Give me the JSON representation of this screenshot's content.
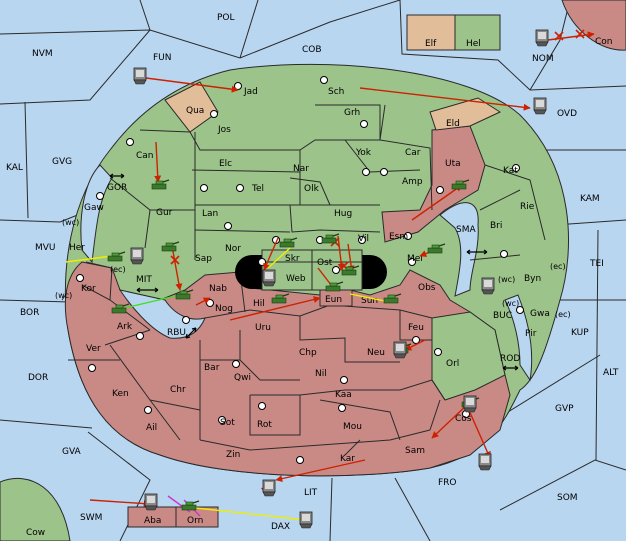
{
  "colors": {
    "sea": "#b9d6f0",
    "green": "#9cc38a",
    "red": "#c98a86",
    "tan": "#e2bd99",
    "centerDisk": "#000000",
    "orderArrow": "#cc2200",
    "supportYellow": "#eeee00",
    "supportGreen": "#44dd22",
    "supportMagenta": "#cc33cc"
  },
  "seaLabels": {
    "pol": "POL",
    "fun": "FUN",
    "cob": "COB",
    "nvm": "NVM",
    "nom": "NOM",
    "ovd": "OVD",
    "kal": "KAL",
    "gvg": "GVG",
    "gor": "GOR",
    "kam": "KAM",
    "mvu": "MVU",
    "tei": "TEI",
    "bor": "BOR",
    "mit": "MIT",
    "sma": "SMA",
    "buc": "BUC",
    "kup": "KUP",
    "rbu": "RBU",
    "rod": "ROD",
    "dor": "DOR",
    "alt": "ALT",
    "gvp": "GVP",
    "gva": "GVA",
    "fro": "FRO",
    "som": "SOM",
    "lit": "LIT",
    "swm": "SWM",
    "dax": "DAX",
    "cow": "Cow",
    "con": "Con"
  },
  "landLabels": {
    "elf": "Elf",
    "hel": "Hel",
    "jad": "Jad",
    "sch": "Sch",
    "qua": "Qua",
    "eld": "Eld",
    "jos": "Jos",
    "grh": "Grh",
    "can": "Can",
    "yok": "Yok",
    "car": "Car",
    "elc": "Elc",
    "nar": "Nar",
    "uta": "Uta",
    "kat": "Kat",
    "gur": "Gur",
    "tel": "Tel",
    "olk": "Olk",
    "amp": "Amp",
    "gaw": "Gaw",
    "lan": "Lan",
    "hug": "Hug",
    "rie": "Rie",
    "bri": "Bri",
    "esm": "Esm",
    "her": "Her",
    "nor": "Nor",
    "skr": "Skr",
    "vil": "Vil",
    "sap": "Sap",
    "ost": "Ost",
    "web": "Web",
    "mel": "Mel",
    "byn": "Byn",
    "kor": "Kor",
    "nab": "Nab",
    "eun": "Eun",
    "sun": "Sun",
    "obs": "Obs",
    "gwa": "Gwa",
    "ark": "Ark",
    "nog": "Nog",
    "hil": "Hil",
    "uru": "Uru",
    "feu": "Feu",
    "pir": "Pir",
    "ver": "Ver",
    "chp": "Chp",
    "neu": "Neu",
    "orl": "Orl",
    "bar": "Bar",
    "qwi": "Qwi",
    "nil": "Nil",
    "ken": "Ken",
    "chr": "Chr",
    "kaa": "Kaa",
    "sot": "Sot",
    "rot": "Rot",
    "mou": "Mou",
    "ail": "Ail",
    "cos": "Cos",
    "zin": "Zin",
    "kar": "Kar",
    "sam": "Sam",
    "aba": "Aba",
    "orn": "Orn"
  },
  "coastMarkers": {
    "wc1": "(wc)",
    "ec1": "(ec)",
    "wc2": "(wc)",
    "wc3": "(wc)",
    "wc4": "(wc)",
    "ec2": "(ec)",
    "ec3": "(ec)"
  },
  "greenProvinces": [
    "Jad",
    "Sch",
    "Jos",
    "Grh",
    "Can",
    "Yok",
    "Car",
    "Elc",
    "Nar",
    "Kat",
    "Gur",
    "Tel",
    "Olk",
    "Amp",
    "Gaw",
    "Lan",
    "Hug",
    "Rie",
    "Bri",
    "Her",
    "Nor",
    "Skr",
    "Vil",
    "Sap",
    "Ost",
    "Web",
    "Mel",
    "Byn",
    "Gwa",
    "Pir",
    "Orl",
    "Hel"
  ],
  "redProvinces": [
    "Uta",
    "Esm",
    "Kor",
    "Nab",
    "Eun",
    "Sun",
    "Obs",
    "Ark",
    "Nog",
    "Hil",
    "Uru",
    "Feu",
    "Ver",
    "Chp",
    "Neu",
    "Bar",
    "Qwi",
    "Nil",
    "Ken",
    "Chr",
    "Kaa",
    "Sot",
    "Rot",
    "Mou",
    "Ail",
    "Cos",
    "Zin",
    "Kar",
    "Sam",
    "Aba",
    "Orn",
    "Con"
  ],
  "tanProvinces": [
    "Elf",
    "Qua",
    "Eld"
  ]
}
